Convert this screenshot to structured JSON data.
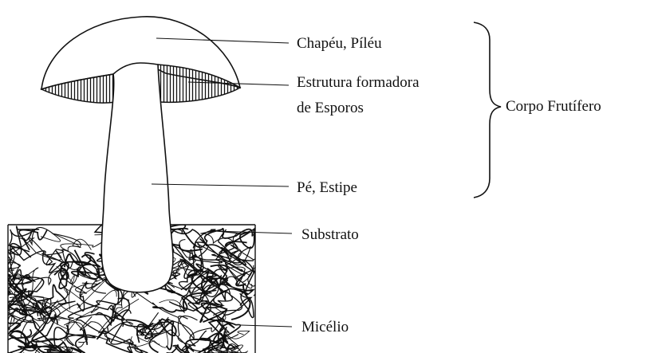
{
  "labels": {
    "cap": "Chapéu, Píléu",
    "spore_line1": "Estrutura formadora",
    "spore_line2": "de Esporos",
    "stipe": "Pé, Estipe",
    "substrate": "Substrato",
    "mycelium": "Micélio",
    "fruiting_body": "Corpo Frutífero"
  },
  "colors": {
    "ink": "#111111",
    "background": "#ffffff"
  }
}
